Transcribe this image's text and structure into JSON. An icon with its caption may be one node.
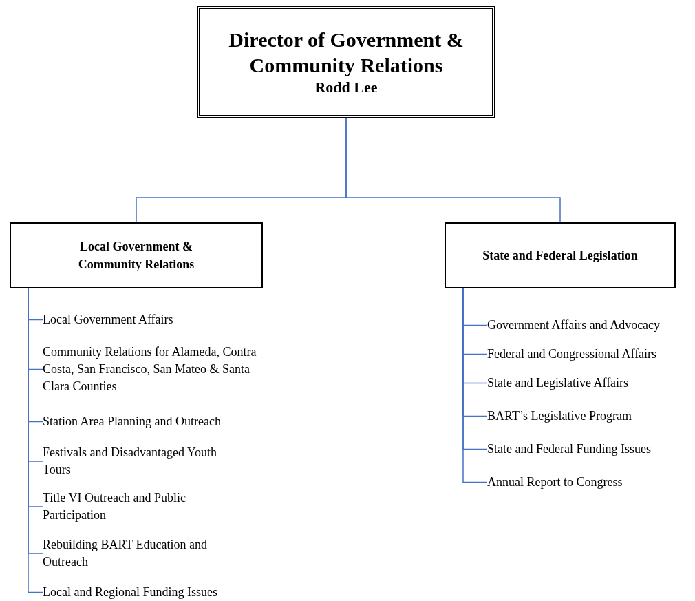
{
  "diagram": {
    "nodes": [
      {
        "text": [
          "Director of Government & Community Relations",
          "Rodd Lee"
        ]
      },
      {
        "text": [
          "Local Government & Community Relations"
        ]
      },
      {
        "text": [
          "State and Federal Legislation"
        ]
      },
      {
        "text": [
          "Local Government Affairs"
        ]
      },
      {
        "text": [
          "Community Relations for Alameda, Contra Costa, San Francisco, San Mateo & Santa Clara Counties"
        ]
      },
      {
        "text": [
          "Station Area Planning and Outreach"
        ]
      },
      {
        "text": [
          "Festivals and Disadvantaged Youth Tours"
        ]
      },
      {
        "text": [
          "Title VI Outreach and Public Participation"
        ]
      },
      {
        "text": [
          "Rebuilding BART Education and Outreach"
        ]
      },
      {
        "text": [
          "Local and Regional Funding Issues"
        ]
      },
      {
        "text": [
          "Government Affairs and Advocacy"
        ]
      },
      {
        "text": [
          "Federal and Congressional Affairs"
        ]
      },
      {
        "text": [
          "State and Legislative Affairs"
        ]
      },
      {
        "text": [
          "BART’s Legislative Program"
        ]
      },
      {
        "text": [
          "State and Federal Funding Issues"
        ]
      },
      {
        "text": [
          "Annual Report to Congress"
        ]
      }
    ],
    "edges": [
      {
        "from": 0,
        "to": 1,
        "arrow": "none"
      },
      {
        "from": 0,
        "to": 2,
        "arrow": "none"
      },
      {
        "from": 1,
        "to": 3,
        "arrow": "none"
      },
      {
        "from": 1,
        "to": 4,
        "arrow": "none"
      },
      {
        "from": 1,
        "to": 5,
        "arrow": "none"
      },
      {
        "from": 1,
        "to": 6,
        "arrow": "none"
      },
      {
        "from": 1,
        "to": 7,
        "arrow": "none"
      },
      {
        "from": 1,
        "to": 8,
        "arrow": "none"
      },
      {
        "from": 1,
        "to": 9,
        "arrow": "none"
      },
      {
        "from": 2,
        "to": 10,
        "arrow": "none"
      },
      {
        "from": 2,
        "to": 11,
        "arrow": "none"
      },
      {
        "from": 2,
        "to": 12,
        "arrow": "none"
      },
      {
        "from": 2,
        "to": 13,
        "arrow": "none"
      },
      {
        "from": 2,
        "to": 14,
        "arrow": "none"
      },
      {
        "from": 2,
        "to": 15,
        "arrow": "none"
      }
    ]
  }
}
